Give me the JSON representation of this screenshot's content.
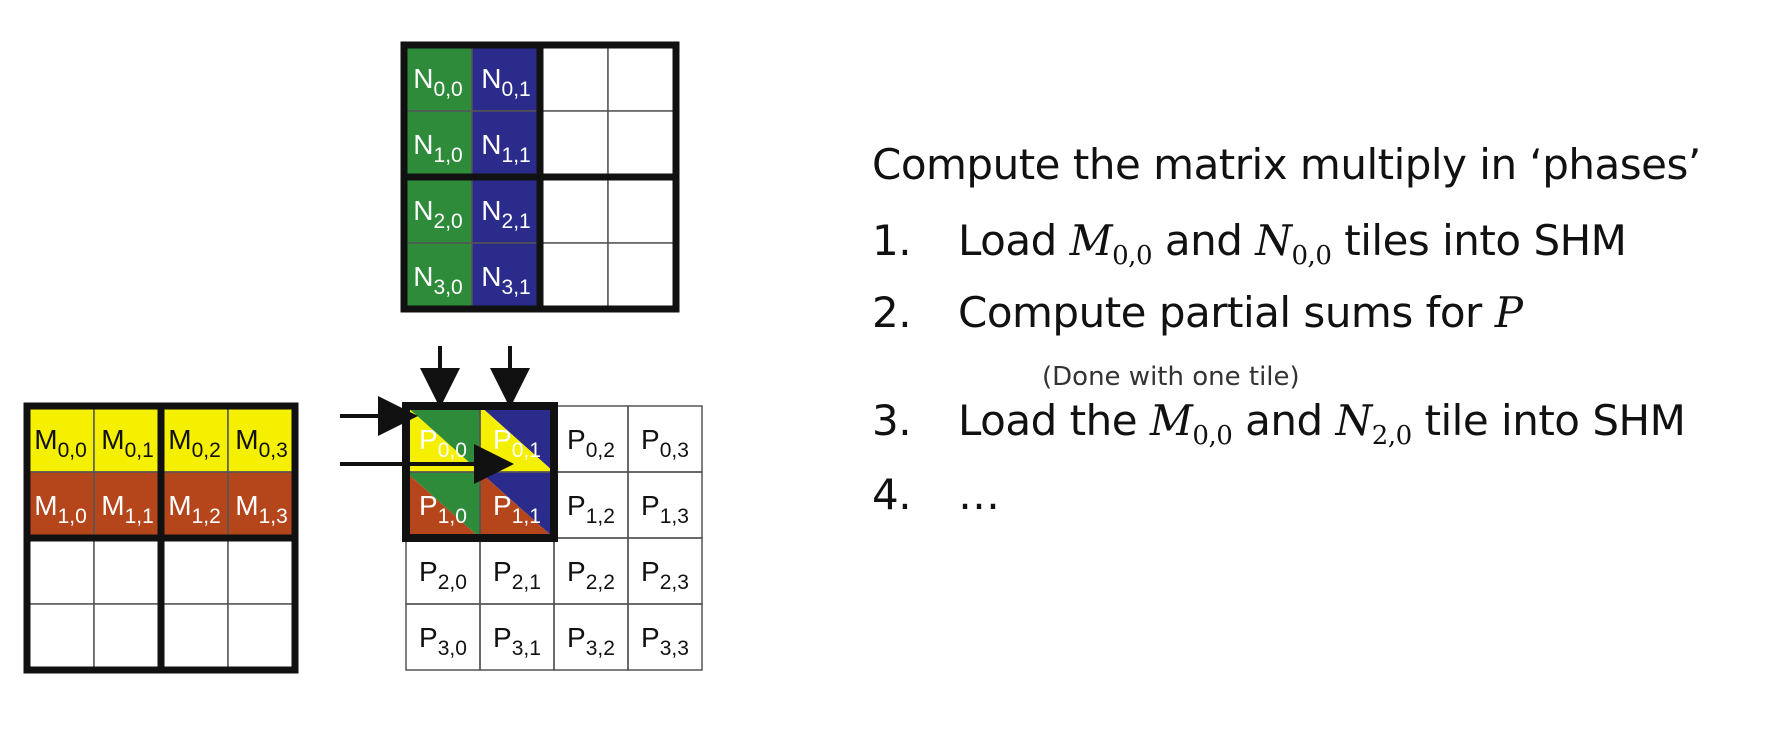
{
  "diagram": {
    "n_matrix": {
      "cells": [
        [
          "N0,0",
          "N0,1",
          "",
          ""
        ],
        [
          "N1,0",
          "N1,1",
          "",
          ""
        ],
        [
          "N2,0",
          "N2,1",
          "",
          ""
        ],
        [
          "N3,0",
          "N3,1",
          "",
          ""
        ]
      ],
      "colors": [
        [
          "#2e8b3a",
          "#2b2b8c",
          "#ffffff",
          "#ffffff"
        ],
        [
          "#2e8b3a",
          "#2b2b8c",
          "#ffffff",
          "#ffffff"
        ],
        [
          "#2e8b3a",
          "#2b2b8c",
          "#ffffff",
          "#ffffff"
        ],
        [
          "#2e8b3a",
          "#2b2b8c",
          "#ffffff",
          "#ffffff"
        ]
      ]
    },
    "m_matrix": {
      "cells": [
        [
          "M0,0",
          "M0,1",
          "M0,2",
          "M0,3"
        ],
        [
          "M1,0",
          "M1,1",
          "M1,2",
          "M1,3"
        ],
        [
          "",
          "",
          "",
          ""
        ],
        [
          "",
          "",
          "",
          ""
        ]
      ],
      "colors": [
        [
          "#f5f000",
          "#f5f000",
          "#f5f000",
          "#f5f000"
        ],
        [
          "#b5461c",
          "#b5461c",
          "#b5461c",
          "#b5461c"
        ],
        [
          "#ffffff",
          "#ffffff",
          "#ffffff",
          "#ffffff"
        ],
        [
          "#ffffff",
          "#ffffff",
          "#ffffff",
          "#ffffff"
        ]
      ]
    },
    "p_matrix": {
      "cells": [
        [
          "P0,0",
          "P0,1",
          "P0,2",
          "P0,3"
        ],
        [
          "P1,0",
          "P1,1",
          "P1,2",
          "P1,3"
        ],
        [
          "P2,0",
          "P2,1",
          "P2,2",
          "P2,3"
        ],
        [
          "P3,0",
          "P3,1",
          "P3,2",
          "P3,3"
        ]
      ],
      "active_fills": [
        [
          "#f5f000",
          "#2e8b3a"
        ],
        [
          "#f5f000",
          "#2b2b8c"
        ],
        [
          "#b5461c",
          "#2e8b3a"
        ],
        [
          "#b5461c",
          "#2b2b8c"
        ]
      ]
    }
  },
  "text": {
    "heading": "Compute the matrix multiply in ‘phases’",
    "steps": [
      {
        "num": "1.",
        "pre": "Load ",
        "v1": "M",
        "s1": "0,0",
        "mid": " and ",
        "v2": "N",
        "s2": "0,0",
        "post": " tiles into SHM"
      },
      {
        "num": "2.",
        "pre": "Compute partial sums for ",
        "v1": "P",
        "s1": "",
        "mid": "",
        "v2": "",
        "s2": "",
        "post": ""
      },
      {
        "num": "3.",
        "pre": "Load the ",
        "v1": "M",
        "s1": "0,0",
        "mid": " and  ",
        "v2": "N",
        "s2": "2,0",
        "post": " tile into SHM"
      },
      {
        "num": "4.",
        "pre": "…",
        "v1": "",
        "s1": "",
        "mid": "",
        "v2": "",
        "s2": "",
        "post": ""
      }
    ],
    "note": "(Done with one tile)"
  },
  "colors": {
    "grid_bold": "#111111",
    "grid_thin": "#555555",
    "label_dark": "#111111",
    "label_light": "#ffffff"
  }
}
